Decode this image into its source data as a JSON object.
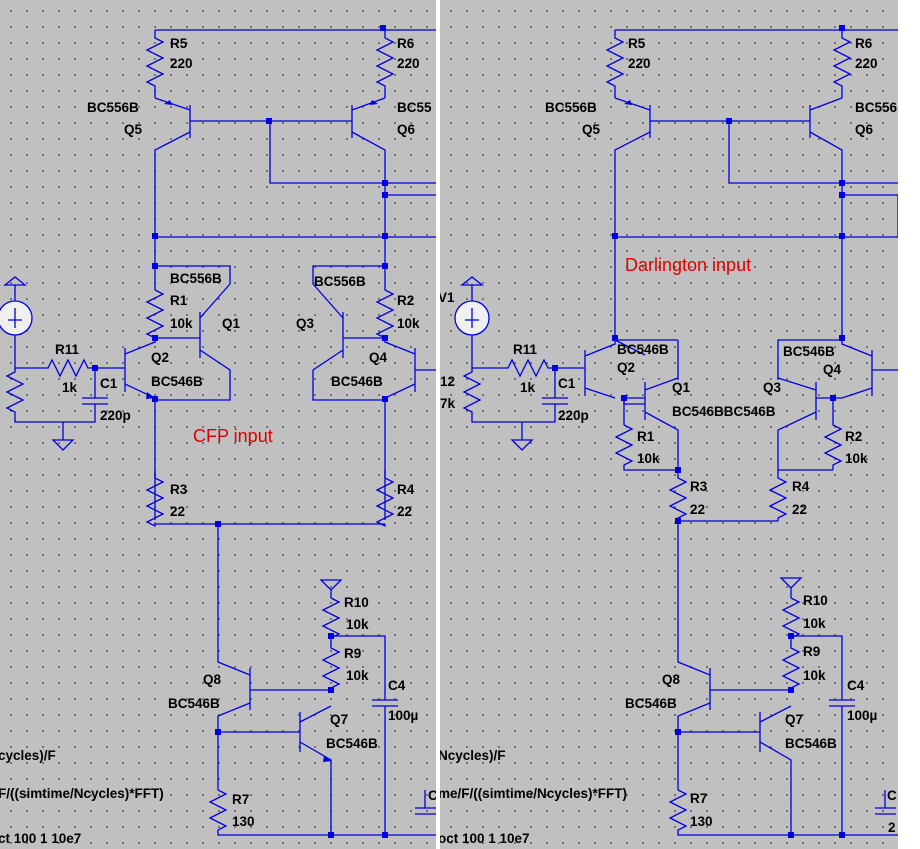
{
  "panels": [
    {
      "name": "CFP input",
      "annotation": "CFP input",
      "labels": {
        "R5": "R5",
        "R5v": "220",
        "R6": "R6",
        "R6v": "220",
        "Q5m": "BC556B",
        "Q5": "Q5",
        "Q6m": "BC55",
        "Q6": "Q6",
        "Q1m": "BC556B",
        "R1": "R1",
        "R1v": "10k",
        "Q1": "Q1",
        "Q3m": "BC556B",
        "R2": "R2",
        "R2v": "10k",
        "Q3": "Q3",
        "Q2": "Q2",
        "Q2m": "BC546B",
        "Q4": "Q4",
        "Q4m": "BC546B",
        "V1": "",
        "R11": "R11",
        "R11v": "1k",
        "C1": "C1",
        "C1v": "220p",
        "R3": "R3",
        "R3v": "22",
        "R4": "R4",
        "R4v": "22",
        "R10": "R10",
        "R10v": "10k",
        "R9": "R9",
        "R9v": "10k",
        "C4": "C4",
        "C4v": "100µ",
        "Q8": "Q8",
        "Q8m": "BC546B",
        "Q7": "Q7",
        "Q7m": "BC546B",
        "R7": "R7",
        "R7v": "130",
        "R12": "",
        "R12v": "",
        "C2": "C",
        "d1": "cycles)/F",
        "d2": "F/((simtime/Ncycles)*FFT)",
        "d3": "ct 100 1 10e7"
      }
    },
    {
      "name": "Darlington input",
      "annotation": "Darlington input",
      "labels": {
        "R5": "R5",
        "R5v": "220",
        "R6": "R6",
        "R6v": "220",
        "Q5m": "BC556B",
        "Q5": "Q5",
        "Q6m": "BC556",
        "Q6": "Q6",
        "Q2m": "BC546B",
        "Q2": "Q2",
        "Q1": "Q1",
        "Q1m": "BC546BBC546B",
        "Q4m": "BC546B",
        "Q4": "Q4",
        "Q3": "Q3",
        "R1": "R1",
        "R1v": "10k",
        "R2": "R2",
        "R2v": "10k",
        "V1": "V1",
        "R11": "R11",
        "R11v": "1k",
        "C1": "C1",
        "C1v": "220p",
        "R12": "12",
        "R12v": "7k",
        "R3": "R3",
        "R3v": "22",
        "R4": "R4",
        "R4v": "22",
        "R10": "R10",
        "R10v": "10k",
        "R9": "R9",
        "R9v": "10k",
        "C4": "C4",
        "C4v": "100µ",
        "Q8": "Q8",
        "Q8m": "BC546B",
        "Q7": "Q7",
        "Q7m": "BC546B",
        "R7": "R7",
        "R7v": "130",
        "C2": "C",
        "C2v": "2",
        "d1": "Ncycles)/F",
        "d2": "me/F/((simtime/Ncycles)*FFT)",
        "d3": "oct 100 1 10e7"
      }
    }
  ]
}
